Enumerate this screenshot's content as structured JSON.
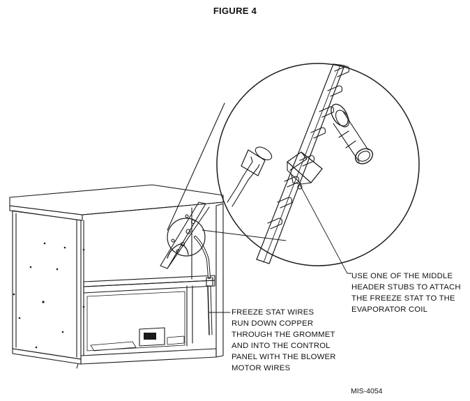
{
  "figure_title": "FIGURE 4",
  "callouts": {
    "freeze_stat_wires": [
      "FREEZE STAT WIRES",
      "RUN DOWN COPPER",
      "THROUGH THE GROMMET",
      "AND INTO THE CONTROL",
      "PANEL WITH THE BLOWER",
      "MOTOR WIRES"
    ],
    "middle_header_stub": [
      "USE ONE OF THE MIDDLE",
      "HEADER STUBS TO ATTACH",
      "THE FREEZE STAT TO THE",
      "EVAPORATOR COIL"
    ]
  },
  "drawing_number": "MIS-4054",
  "colors": {
    "line": "#1a1a1a",
    "background": "#ffffff"
  }
}
